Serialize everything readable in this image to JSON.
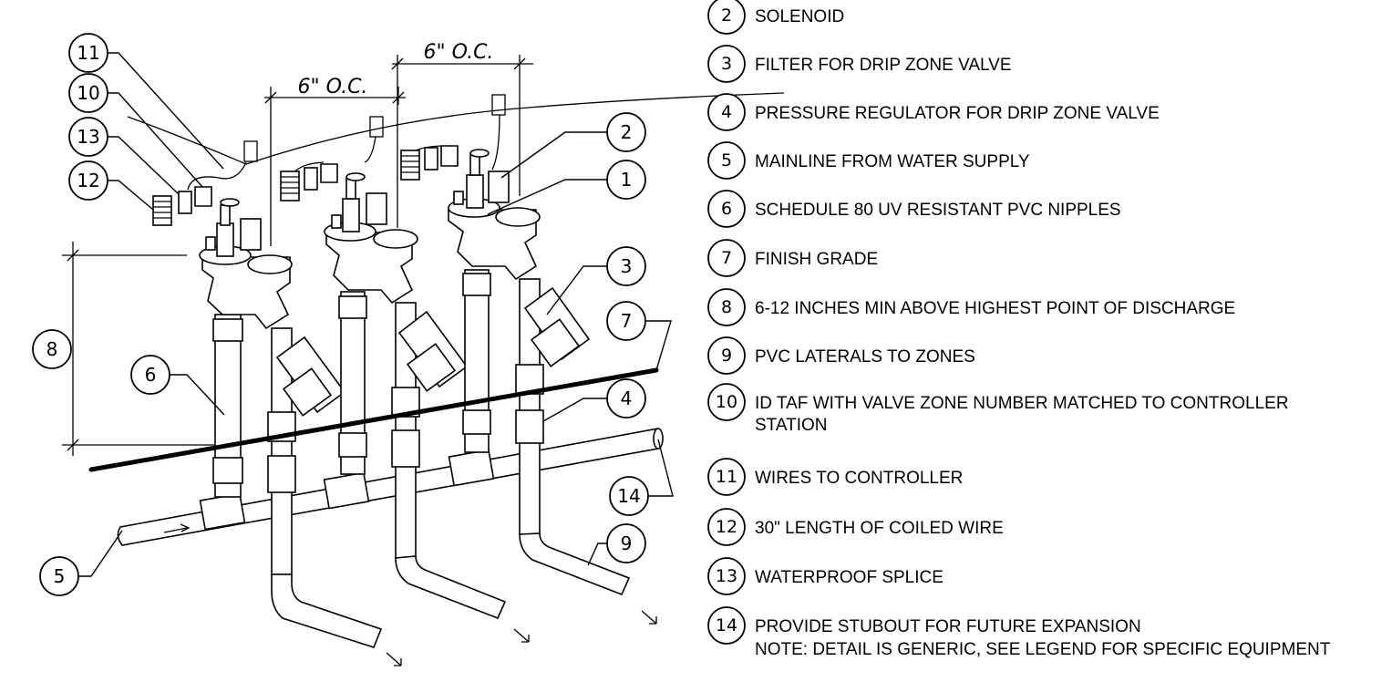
{
  "dimensions": {
    "spacing_label": "6\" O.C."
  },
  "legend": [
    {
      "num": "2",
      "lines": [
        "SOLENOID"
      ]
    },
    {
      "num": "3",
      "lines": [
        "FILTER FOR DRIP ZONE VALVE"
      ]
    },
    {
      "num": "4",
      "lines": [
        "PRESSURE REGULATOR FOR DRIP ZONE VALVE"
      ]
    },
    {
      "num": "5",
      "lines": [
        "MAINLINE FROM WATER SUPPLY"
      ]
    },
    {
      "num": "6",
      "lines": [
        "SCHEDULE 80 UV RESISTANT PVC NIPPLES"
      ]
    },
    {
      "num": "7",
      "lines": [
        "FINISH GRADE"
      ]
    },
    {
      "num": "8",
      "lines": [
        "6-12 INCHES MIN ABOVE HIGHEST POINT OF DISCHARGE"
      ]
    },
    {
      "num": "9",
      "lines": [
        "PVC LATERALS TO ZONES"
      ]
    },
    {
      "num": "10",
      "lines": [
        "ID TAF WITH VALVE ZONE NUMBER MATCHED TO CONTROLLER",
        "STATION"
      ]
    },
    {
      "num": "11",
      "lines": [
        "WIRES TO CONTROLLER"
      ]
    },
    {
      "num": "12",
      "lines": [
        "30\" LENGTH OF COILED WIRE"
      ]
    },
    {
      "num": "13",
      "lines": [
        "WATERPROOF SPLICE"
      ]
    },
    {
      "num": "14",
      "lines": [
        "PROVIDE STUBOUT FOR FUTURE EXPANSION"
      ]
    }
  ],
  "note": "NOTE: DETAIL IS GENERIC, SEE LEGEND FOR SPECIFIC EQUIPMENT",
  "callouts": {
    "c1": "1",
    "c2": "2",
    "c3": "3",
    "c4": "4",
    "c5": "5",
    "c6": "6",
    "c7": "7",
    "c8": "8",
    "c9": "9",
    "c10": "10",
    "c11": "11",
    "c12": "12",
    "c13": "13",
    "c14": "14"
  }
}
